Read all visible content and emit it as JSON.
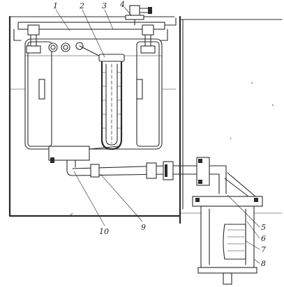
{
  "callouts": [
    {
      "id": "1",
      "text": "1"
    },
    {
      "id": "2",
      "text": "2"
    },
    {
      "id": "3",
      "text": "3"
    },
    {
      "id": "4",
      "text": "4"
    },
    {
      "id": "5",
      "text": "5"
    },
    {
      "id": "6",
      "text": "6"
    },
    {
      "id": "7",
      "text": "7"
    },
    {
      "id": "8",
      "text": "8"
    },
    {
      "id": "9",
      "text": "9"
    },
    {
      "id": "10",
      "text": "10"
    }
  ],
  "colors": {
    "ink": "#2a2a2a",
    "paper": "#ffffff"
  }
}
